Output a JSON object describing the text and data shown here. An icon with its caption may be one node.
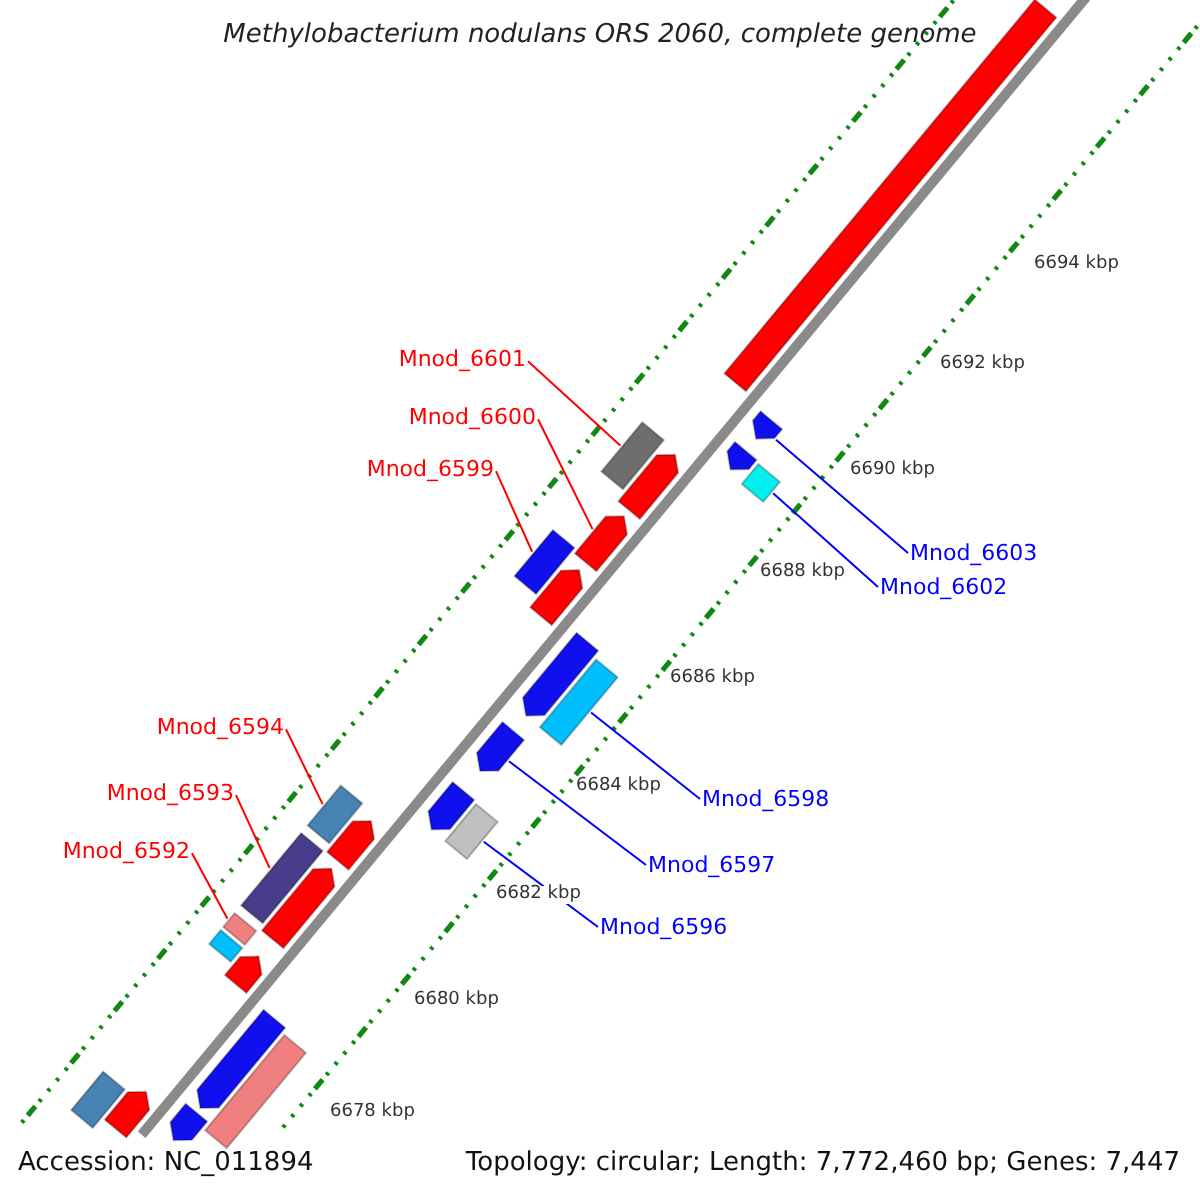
{
  "diagram": {
    "title": "Methylobacterium nodulans ORS 2060, complete genome",
    "nodes": [
      {
        "text": [
          "Mnod_6601"
        ]
      },
      {
        "text": [
          "Mnod_6600"
        ]
      },
      {
        "text": [
          "Mnod_6599"
        ]
      },
      {
        "text": [
          "Mnod_6603"
        ]
      },
      {
        "text": [
          "Mnod_6602"
        ]
      },
      {
        "text": [
          "Mnod_6594"
        ]
      },
      {
        "text": [
          "Mnod_6593"
        ]
      },
      {
        "text": [
          "Mnod_6598"
        ]
      },
      {
        "text": [
          "Mnod_6592"
        ]
      },
      {
        "text": [
          "Mnod_6597"
        ]
      },
      {
        "text": [
          "Mnod_6596"
        ]
      },
      {
        "text": [],
        "shape": "bar"
      },
      {
        "text": [],
        "shape": "arrow"
      },
      {
        "text": [],
        "shape": "bar"
      },
      {
        "text": [],
        "shape": "arrow"
      },
      {
        "text": [],
        "shape": "arrow"
      },
      {
        "text": [],
        "shape": "bar"
      },
      {
        "text": [],
        "shape": "arrow"
      },
      {
        "text": [],
        "shape": "bar"
      },
      {
        "text": [],
        "shape": "arrow"
      },
      {
        "text": [],
        "shape": "arrow"
      },
      {
        "text": [],
        "shape": "bar"
      },
      {
        "text": [],
        "shape": "arrow"
      },
      {
        "text": [],
        "shape": "arrow"
      },
      {
        "text": [],
        "shape": "bar"
      },
      {
        "text": [],
        "shape": "bar"
      },
      {
        "text": [],
        "shape": "arrow"
      },
      {
        "text": [],
        "shape": "bar"
      },
      {
        "text": [],
        "shape": "arrow"
      },
      {
        "text": [],
        "shape": "bar"
      },
      {
        "text": [],
        "shape": "bar"
      },
      {
        "text": [],
        "shape": "arrow"
      },
      {
        "text": [],
        "shape": "arrow"
      },
      {
        "text": [],
        "shape": "bar"
      },
      {
        "text": [],
        "shape": "bar"
      },
      {
        "text": [],
        "shape": "arrow"
      },
      {
        "text": [],
        "shape": "arrow"
      }
    ],
    "edges": [
      {
        "from": 0,
        "to": 13,
        "arrow": "none"
      },
      {
        "from": 1,
        "to": 17,
        "arrow": "none"
      },
      {
        "from": 2,
        "to": 18,
        "arrow": "none"
      },
      {
        "from": 3,
        "to": 12,
        "arrow": "none",
        "color": "#0000ff"
      },
      {
        "from": 4,
        "to": 16,
        "arrow": "none",
        "color": "#0000ff"
      },
      {
        "from": 5,
        "to": 24,
        "arrow": "none"
      },
      {
        "from": 6,
        "to": 27,
        "arrow": "none"
      },
      {
        "from": 7,
        "to": 21,
        "arrow": "none",
        "color": "#0000ff"
      },
      {
        "from": 8,
        "to": 29,
        "arrow": "none"
      },
      {
        "from": 9,
        "to": 22,
        "arrow": "none",
        "color": "#0000ff"
      },
      {
        "from": 10,
        "to": 25,
        "arrow": "none",
        "color": "#0000ff"
      }
    ],
    "labels": [
      "6694 kbp",
      "6692 kbp",
      "6690 kbp",
      "6688 kbp",
      "6686 kbp",
      "6684 kbp",
      "6682 kbp",
      "6680 kbp",
      "6678 kbp",
      "Accession: NC_011894",
      "Topology: circular; Length: 7,772,460 bp; Genes: 7,447"
    ]
  }
}
